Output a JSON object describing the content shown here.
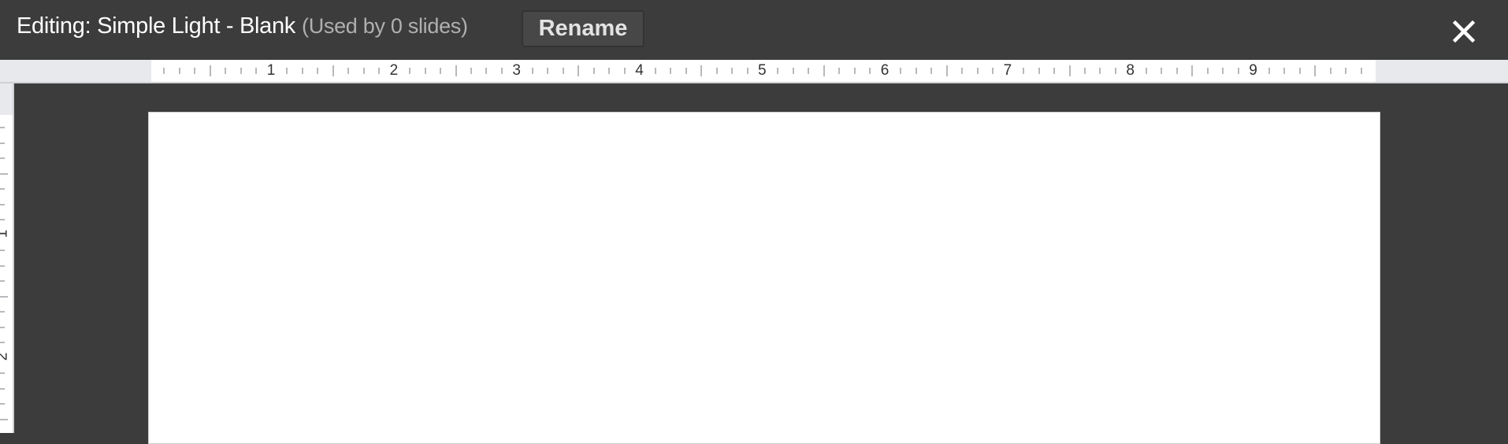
{
  "header": {
    "title": "Editing: Simple Light - Blank",
    "usage": "(Used by 0 slides)",
    "rename_label": "Rename",
    "close_icon": "close-icon"
  },
  "ruler": {
    "horizontal_labels": [
      "1",
      "2",
      "3",
      "4",
      "5",
      "6",
      "7",
      "8",
      "9"
    ],
    "vertical_labels": [
      "1",
      "2"
    ]
  }
}
